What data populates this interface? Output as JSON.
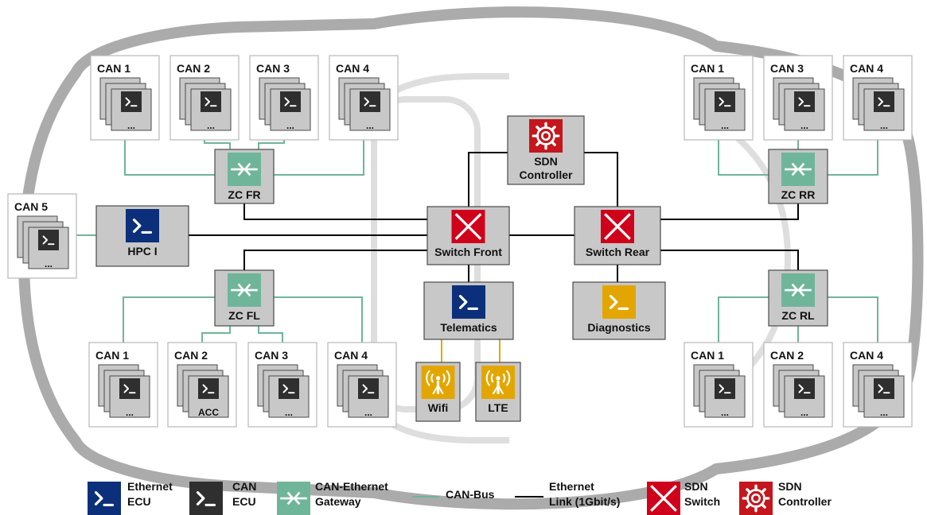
{
  "colors": {
    "ethernet_ecu": "#0b2f7a",
    "can_ecu": "#2f2f2f",
    "gateway": "#6fb59a",
    "can_bus": "#6fb59a",
    "ethernet_link": "#000000",
    "sdn_switch": "#d0021b",
    "sdn_controller": "#c4161c",
    "diag": "#e3a600",
    "node_gray": "#c8c8c8"
  },
  "can_groups": {
    "front_right": [
      {
        "label": "CAN 1",
        "ellipsis": "..."
      },
      {
        "label": "CAN 2",
        "ellipsis": "..."
      },
      {
        "label": "CAN 3",
        "ellipsis": "..."
      },
      {
        "label": "CAN 4",
        "ellipsis": "..."
      }
    ],
    "front_left": [
      {
        "label": "CAN 1",
        "ellipsis": "..."
      },
      {
        "label": "CAN 2",
        "ellipsis": "ACC"
      },
      {
        "label": "CAN 3",
        "ellipsis": "..."
      },
      {
        "label": "CAN 4",
        "ellipsis": "..."
      }
    ],
    "rear_right": [
      {
        "label": "CAN 1",
        "ellipsis": "..."
      },
      {
        "label": "CAN 3",
        "ellipsis": "..."
      },
      {
        "label": "CAN 4",
        "ellipsis": "..."
      }
    ],
    "rear_left": [
      {
        "label": "CAN 1",
        "ellipsis": "..."
      },
      {
        "label": "CAN 2",
        "ellipsis": "..."
      },
      {
        "label": "CAN 4",
        "ellipsis": "..."
      }
    ],
    "hpc": {
      "label": "CAN 5",
      "ellipsis": "..."
    }
  },
  "nodes": {
    "zc_fr": "ZC FR",
    "zc_fl": "ZC FL",
    "zc_rr": "ZC RR",
    "zc_rl": "ZC RL",
    "hpc": "HPC I",
    "sdn_controller": [
      "SDN",
      "Controller"
    ],
    "switch_front": "Switch Front",
    "switch_rear": "Switch Rear",
    "telematics": "Telematics",
    "diagnostics": "Diagnostics",
    "wifi": "Wifi",
    "lte": "LTE"
  },
  "legend": {
    "ethernet_ecu": [
      "Ethernet",
      "ECU"
    ],
    "can_ecu": [
      "CAN",
      "ECU"
    ],
    "gateway": [
      "CAN-Ethernet",
      "Gateway"
    ],
    "can_bus": "CAN-Bus",
    "ethernet_link": [
      "Ethernet",
      "Link (1Gbit/s)"
    ],
    "sdn_switch": [
      "SDN",
      "Switch"
    ],
    "sdn_controller": [
      "SDN",
      "Controller"
    ]
  },
  "icons": {
    "ecu": "terminal-icon",
    "gateway": "gateway-arrows-icon",
    "switch": "switch-cross-icon",
    "controller": "gear-icon",
    "antenna": "antenna-icon"
  }
}
